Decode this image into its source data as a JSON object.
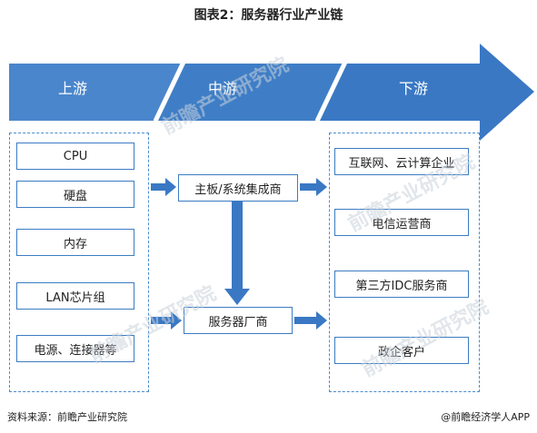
{
  "title": "图表2：服务器行业产业链",
  "stages": [
    {
      "label": "上游"
    },
    {
      "label": "中游"
    },
    {
      "label": "下游"
    }
  ],
  "upstream": [
    "CPU",
    "硬盘",
    "内存",
    "LAN芯片组",
    "电源、连接器等"
  ],
  "midstream": {
    "integrator": "主板/系统集成商",
    "manufacturer": "服务器厂商"
  },
  "downstream": [
    "互联网、云计算企业",
    "电信运营商",
    "第三方IDC服务商",
    "政企客户"
  ],
  "footer": {
    "source": "资料来源：前瞻产业研究院",
    "credit": "@前瞻经济学人APP"
  },
  "watermark": "前瞻产业研究院",
  "colors": {
    "arrow_band": "#3a78c4",
    "node_border": "#3c7cc2",
    "dash_border": "#4a8ccf",
    "flow_arrow": "#3a78c4"
  }
}
